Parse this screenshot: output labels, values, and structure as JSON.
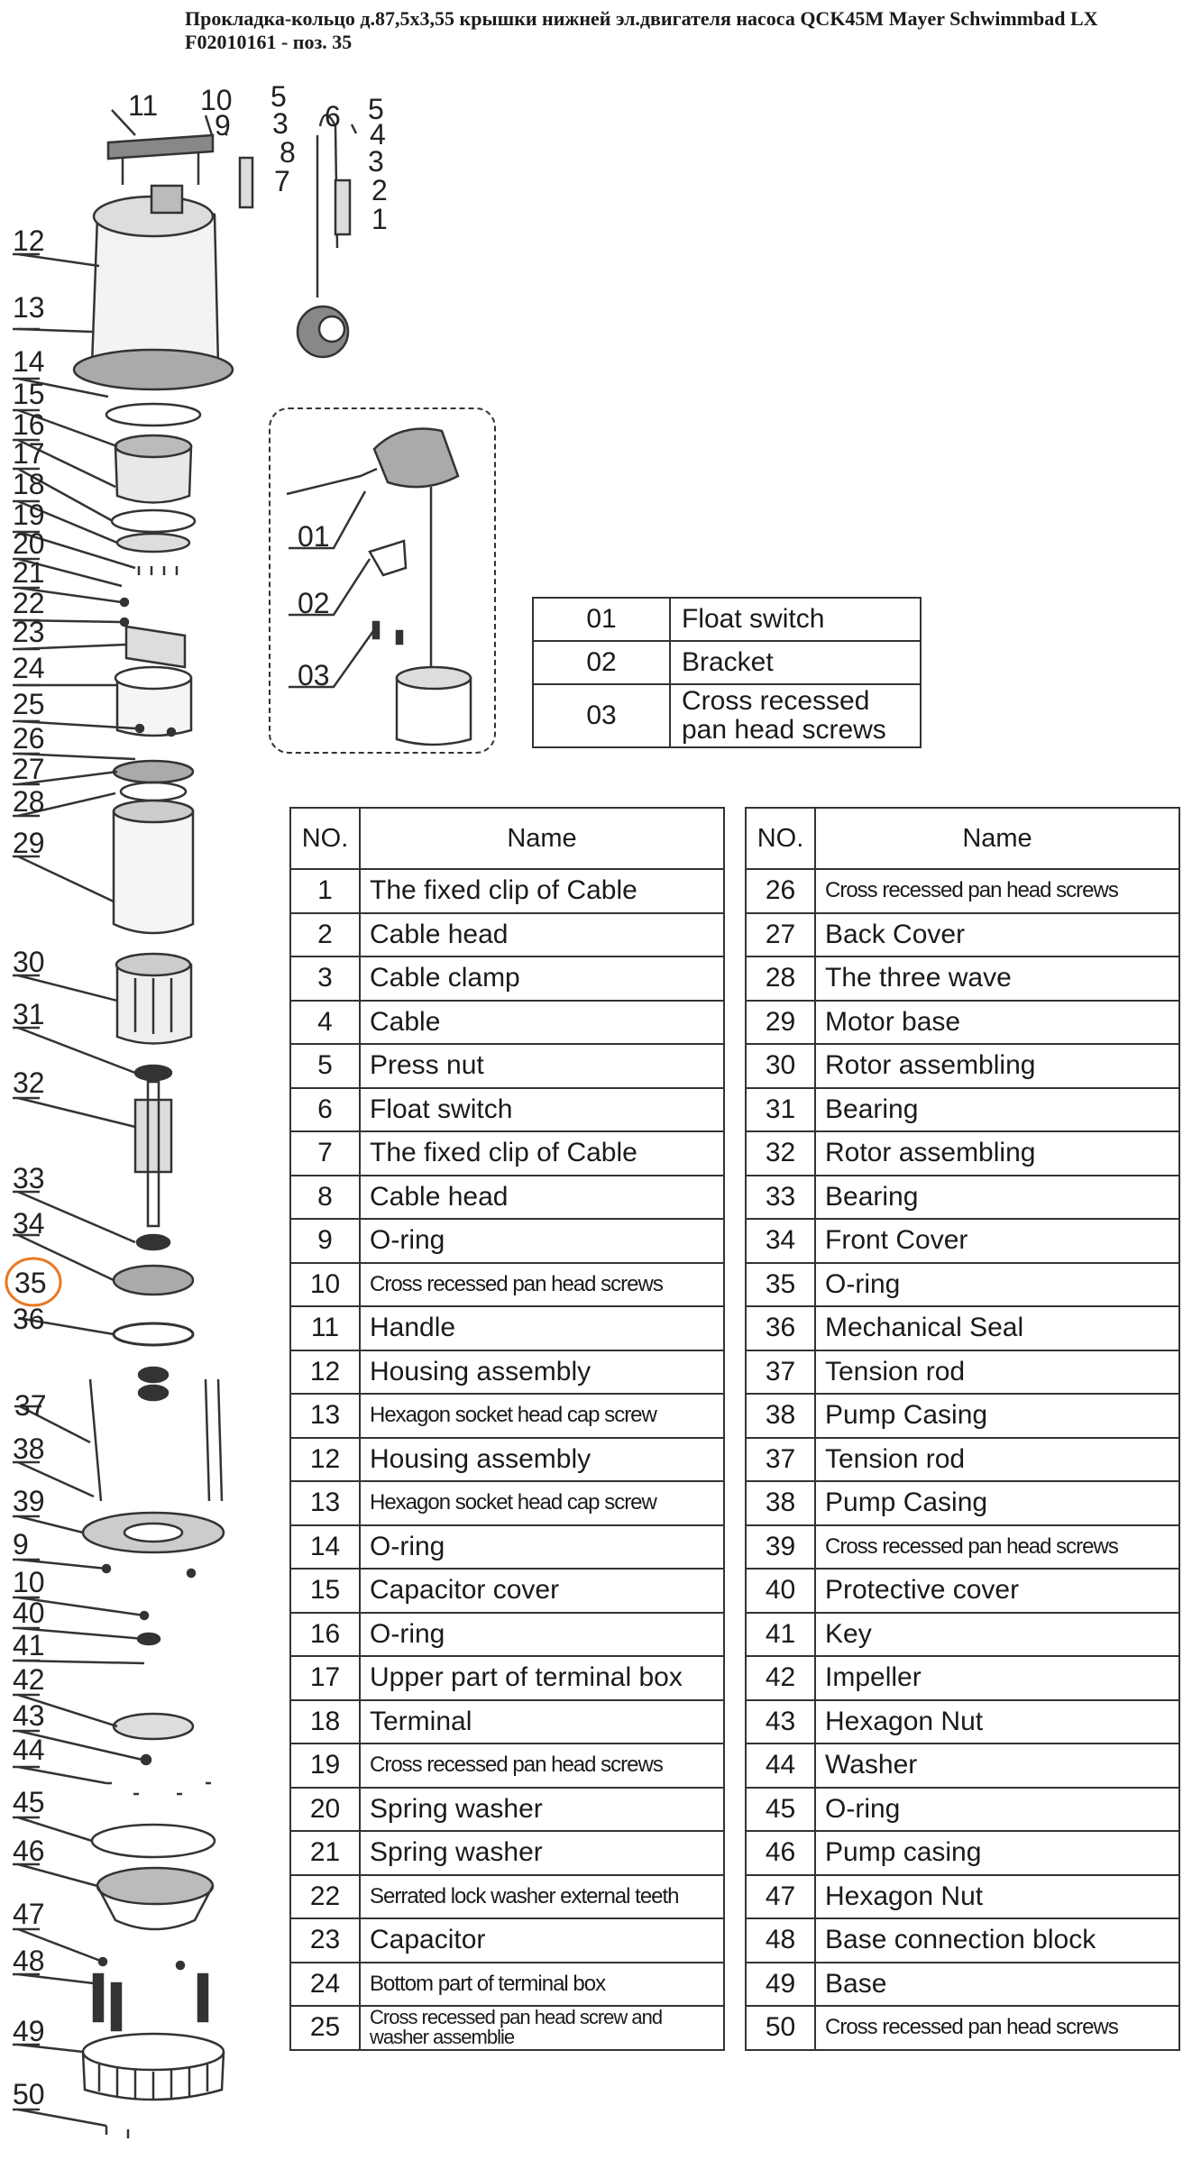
{
  "title": "Прокладка-кольцо д.87,5х3,55 крышки нижней эл.двигателя насоса QCK45M Mayer Schwimmbad LX F02010161 - поз. 35",
  "highlight_color": "#e87722",
  "highlighted_position": "35",
  "diagram_labels": [
    "11",
    "10",
    "9",
    "5",
    "3",
    "8",
    "7",
    "6",
    "5",
    "4",
    "3",
    "2",
    "1",
    "12",
    "13",
    "14",
    "15",
    "16",
    "17",
    "18",
    "19",
    "20",
    "21",
    "22",
    "23",
    "24",
    "25",
    "26",
    "27",
    "28",
    "29",
    "30",
    "31",
    "32",
    "33",
    "34",
    "35",
    "36",
    "37",
    "38",
    "39",
    "9",
    "10",
    "40",
    "41",
    "42",
    "43",
    "44",
    "45",
    "46",
    "47",
    "48",
    "49",
    "50"
  ],
  "inset_labels": [
    "01",
    "02",
    "03"
  ],
  "inset_table": [
    {
      "no": "01",
      "name": "Float switch"
    },
    {
      "no": "02",
      "name": "Bracket"
    },
    {
      "no": "03",
      "name": "Cross recessed pan head screws"
    }
  ],
  "parts_headers": {
    "no": "NO.",
    "name": "Name"
  },
  "parts_left": [
    {
      "no": "1",
      "name": "The fixed clip of Cable"
    },
    {
      "no": "2",
      "name": "Cable head"
    },
    {
      "no": "3",
      "name": "Cable clamp"
    },
    {
      "no": "4",
      "name": "Cable"
    },
    {
      "no": "5",
      "name": "Press nut"
    },
    {
      "no": "6",
      "name": "Float switch"
    },
    {
      "no": "7",
      "name": "The fixed clip of Cable"
    },
    {
      "no": "8",
      "name": "Cable head"
    },
    {
      "no": "9",
      "name": "O-ring"
    },
    {
      "no": "10",
      "name": "Cross recessed pan head screws"
    },
    {
      "no": "11",
      "name": "Handle"
    },
    {
      "no": "12",
      "name": "Housing assembly"
    },
    {
      "no": "13",
      "name": "Hexagon socket head cap screw"
    },
    {
      "no": "12",
      "name": "Housing assembly"
    },
    {
      "no": "13",
      "name": "Hexagon socket head cap screw"
    },
    {
      "no": "14",
      "name": "O-ring"
    },
    {
      "no": "15",
      "name": "Capacitor cover"
    },
    {
      "no": "16",
      "name": "O-ring"
    },
    {
      "no": "17",
      "name": "Upper part of terminal box"
    },
    {
      "no": "18",
      "name": "Terminal"
    },
    {
      "no": "19",
      "name": "Cross recessed pan head screws"
    },
    {
      "no": "20",
      "name": "Spring washer"
    },
    {
      "no": "21",
      "name": "Spring washer"
    },
    {
      "no": "22",
      "name": "Serrated lock washer external teeth"
    },
    {
      "no": "23",
      "name": "Capacitor"
    },
    {
      "no": "24",
      "name": "Bottom part of terminal box"
    },
    {
      "no": "25",
      "name": "Cross recessed pan head screw and washer assemblie"
    }
  ],
  "parts_right": [
    {
      "no": "26",
      "name": "Cross recessed pan head screws"
    },
    {
      "no": "27",
      "name": "Back Cover"
    },
    {
      "no": "28",
      "name": "The three wave"
    },
    {
      "no": "29",
      "name": "Motor base"
    },
    {
      "no": "30",
      "name": "Rotor assembling"
    },
    {
      "no": "31",
      "name": "Bearing"
    },
    {
      "no": "32",
      "name": "Rotor assembling"
    },
    {
      "no": "33",
      "name": "Bearing"
    },
    {
      "no": "34",
      "name": "Front Cover"
    },
    {
      "no": "35",
      "name": "O-ring"
    },
    {
      "no": "36",
      "name": "Mechanical Seal"
    },
    {
      "no": "37",
      "name": "Tension rod"
    },
    {
      "no": "38",
      "name": "Pump Casing"
    },
    {
      "no": "37",
      "name": "Tension rod"
    },
    {
      "no": "38",
      "name": "Pump Casing"
    },
    {
      "no": "39",
      "name": "Cross recessed pan head screws"
    },
    {
      "no": "40",
      "name": "Protective cover"
    },
    {
      "no": "41",
      "name": "Key"
    },
    {
      "no": "42",
      "name": "Impeller"
    },
    {
      "no": "43",
      "name": "Hexagon Nut"
    },
    {
      "no": "44",
      "name": "Washer"
    },
    {
      "no": "45",
      "name": "O-ring"
    },
    {
      "no": "46",
      "name": "Pump casing"
    },
    {
      "no": "47",
      "name": "Hexagon Nut"
    },
    {
      "no": "48",
      "name": "Base connection block"
    },
    {
      "no": "49",
      "name": "Base"
    },
    {
      "no": "50",
      "name": "Cross recessed pan head screws"
    }
  ]
}
